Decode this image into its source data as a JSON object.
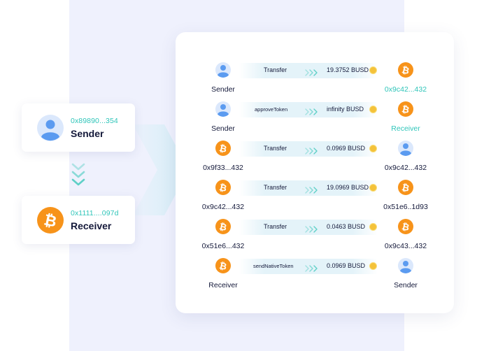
{
  "colors": {
    "accent_teal": "#2fc5b9",
    "bitcoin_orange": "#f7931a",
    "person_blue": "#5b9bf0",
    "background_band": "#eff1fd"
  },
  "left_panel": {
    "sender_card": {
      "address": "0x89890...354",
      "title": "Sender",
      "icon": "person-icon"
    },
    "receiver_card": {
      "address": "0x1111....097d",
      "title": "Receiver",
      "icon": "bitcoin-icon"
    }
  },
  "transactions": [
    {
      "from_label": "Sender",
      "from_icon": "person",
      "action": "Transfer",
      "amount": "19.3752 BUSD",
      "to_label": "0x9c42...432",
      "to_icon": "bitcoin",
      "to_teal": true
    },
    {
      "from_label": "Sender",
      "from_icon": "person",
      "action": "approveToken",
      "amount": "infinity BUSD",
      "to_label": "Receiver",
      "to_icon": "bitcoin",
      "to_teal": true
    },
    {
      "from_label": "0x9f33...432",
      "from_icon": "bitcoin",
      "action": "Transfer",
      "amount": "0.0969 BUSD",
      "to_label": "0x9c42...432",
      "to_icon": "person",
      "to_teal": false
    },
    {
      "from_label": "0x9c42...432",
      "from_icon": "bitcoin",
      "action": "Transfer",
      "amount": "19.0969 BUSD",
      "to_label": "0x51e6..1d93",
      "to_icon": "bitcoin",
      "to_teal": false
    },
    {
      "from_label": "0x51e6...432",
      "from_icon": "bitcoin",
      "action": "Transfer",
      "amount": "0.0463 BUSD",
      "to_label": "0x9c43...432",
      "to_icon": "bitcoin",
      "to_teal": false
    },
    {
      "from_label": "Receiver",
      "from_icon": "bitcoin",
      "action": "sendNativeToken",
      "amount": "0.0969 BUSD",
      "to_label": "Sender",
      "to_icon": "person",
      "to_teal": false
    }
  ]
}
